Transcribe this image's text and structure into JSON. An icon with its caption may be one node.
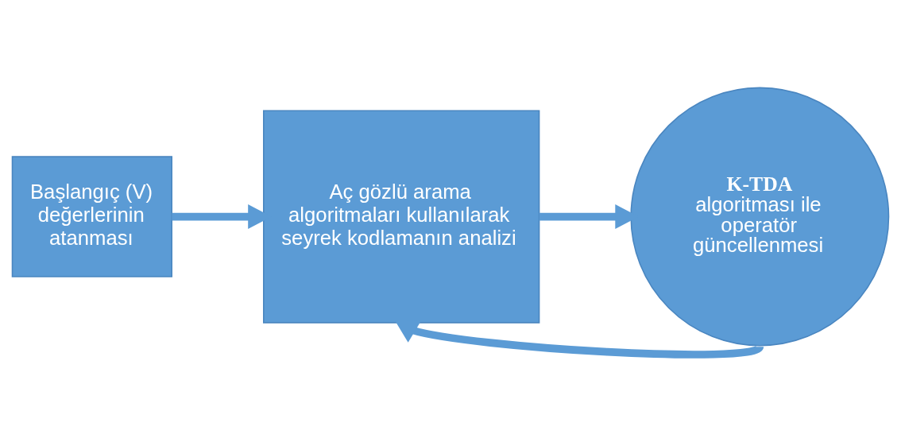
{
  "diagram": {
    "nodes": [
      {
        "text": [
          "Başlangıç (V) değerlerinin atanması"
        ]
      },
      {
        "text": [
          "Aç gözlü arama algoritmaları kullanılarak seyrek kodlamanın analizi"
        ]
      },
      {
        "text": [
          "K-TDA",
          "algoritması ile operatör güncellenmesi"
        ]
      }
    ],
    "edges": [
      {
        "from": 0,
        "to": 1,
        "arrow": "to"
      },
      {
        "from": 1,
        "to": 2,
        "arrow": "to"
      },
      {
        "from": 2,
        "to": 1,
        "arrow": "to"
      }
    ]
  }
}
